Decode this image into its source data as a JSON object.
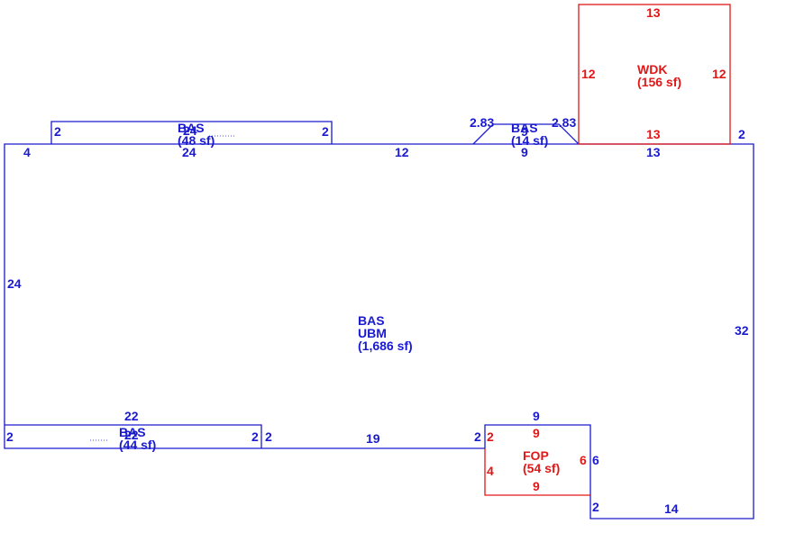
{
  "colors": {
    "main": "#1a1ad0",
    "deck": "#e01818"
  },
  "areas": {
    "main": {
      "code1": "BAS",
      "code2": "UBM",
      "area": "(1,686 sf)"
    },
    "wdk": {
      "code": "WDK",
      "area": "(156 sf)"
    },
    "fop": {
      "code": "FOP",
      "area": "(54 sf)"
    },
    "bay_top_left": {
      "code": "BAS",
      "area": "(48 sf)"
    },
    "bay_top_right": {
      "code": "BAS",
      "area": "(14 sf)"
    },
    "bay_bottom_left": {
      "code": "BAS",
      "area": "(44 sf)"
    }
  },
  "dims": {
    "top_left_4": "4",
    "top_24": "24",
    "top_12": "12",
    "top_9": "9",
    "top_13": "13",
    "top_right_2": "2",
    "left_24": "24",
    "right_32": "32",
    "bottom_right_14": "14",
    "bottom_19": "19",
    "bay_tl_left_2": "2",
    "bay_tl_right_2": "2",
    "bay_tl_overlap": "24",
    "bay_tr_left": "2.83",
    "bay_tr_right": "2.83",
    "bay_tr_overlap": "9",
    "bay_bl_top": "22",
    "bay_bl_overlap": "22",
    "bay_bl_left_2": "2",
    "bay_bl_right_2a": "2",
    "bay_bl_right_2b": "2",
    "fop_left_outer_2": "2",
    "fop_top_blue_9": "9",
    "fop_right_blue_6": "6",
    "fop_step_2": "2",
    "wdk_top_13": "13",
    "wdk_bottom_13": "13",
    "wdk_left_12": "12",
    "wdk_right_12": "12",
    "fop_top_9": "9",
    "fop_bottom_9": "9",
    "fop_left_2": "2",
    "fop_left_4": "4",
    "fop_right_6": "6"
  }
}
